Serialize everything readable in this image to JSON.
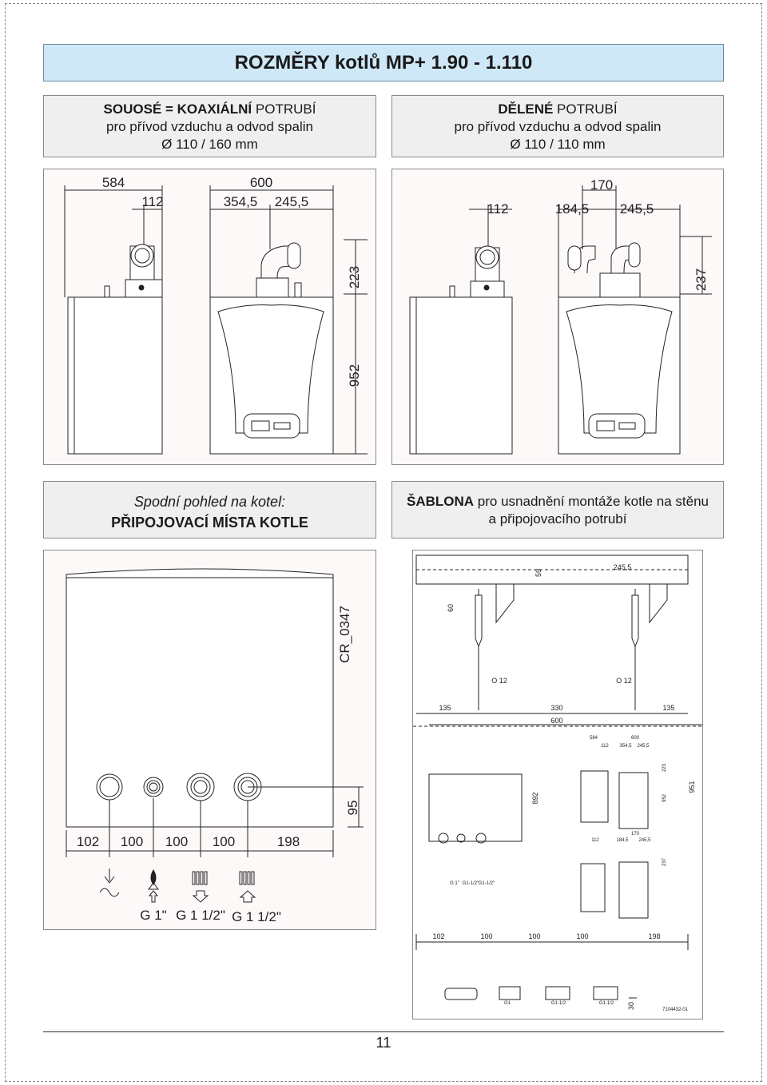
{
  "title": "ROZMĚRY kotlů MP+  1.90 - 1.110",
  "coax": {
    "line1_bold": "SOUOSÉ = KOAXIÁLNÍ",
    "line1_rest": " POTRUBÍ",
    "line2": "pro přívod vzduchu a odvod spalin",
    "line3": "Ø 110 / 160 mm"
  },
  "split": {
    "line1_bold": "DĚLENÉ",
    "line1_rest": "  POTRUBÍ",
    "line2": "pro přívod vzduchu a odvod spalin",
    "line3": "Ø 110 / 110 mm"
  },
  "bottom_view": {
    "line1": "Spodní pohled na kotel:",
    "line2": "PŘIPOJOVACÍ MÍSTA KOTLE"
  },
  "template": {
    "line1_bold": "ŠABLONA",
    "line1_rest": " pro usnadnění montáže kotle na stěnu",
    "line2": "a připojovacího potrubí"
  },
  "coax_dims": {
    "d584": "584",
    "d600": "600",
    "d112": "112",
    "d354": "354,5",
    "d245": "245,5",
    "d223": "223",
    "d952": "952"
  },
  "split_dims": {
    "d170": "170",
    "d112": "112",
    "d184": "184,5",
    "d245": "245,5",
    "d237": "237"
  },
  "connections": {
    "spacing": [
      "102",
      "100",
      "100",
      "100",
      "198"
    ],
    "d95": "95",
    "code": "CR_0347",
    "sizes": [
      "G 1\"",
      "G 1 1/2\"",
      "G 1 1/2\""
    ]
  },
  "template_dims": {
    "d59": "59",
    "d245": "245,5",
    "d60": "60",
    "hole1": "O 12",
    "hole2": "O 12",
    "d135a": "135",
    "d330": "330",
    "d135b": "135",
    "d600": "600",
    "d892": "892",
    "d951": "951",
    "mini_a": [
      "584",
      "600",
      "112",
      "354,5",
      "245,5",
      "223",
      "952"
    ],
    "mini_b": [
      "170",
      "112",
      "184,5",
      "245,5",
      "237"
    ],
    "mini_g": [
      "G 1\"",
      "G1-1/2\"",
      "G1-1/2\""
    ],
    "spacing": [
      "102",
      "100",
      "100",
      "100",
      "198"
    ],
    "labels": [
      "G1",
      "G1-1/2",
      "G1-1/2"
    ],
    "d30": "30",
    "code": "7104432-01"
  },
  "page_number": "11"
}
